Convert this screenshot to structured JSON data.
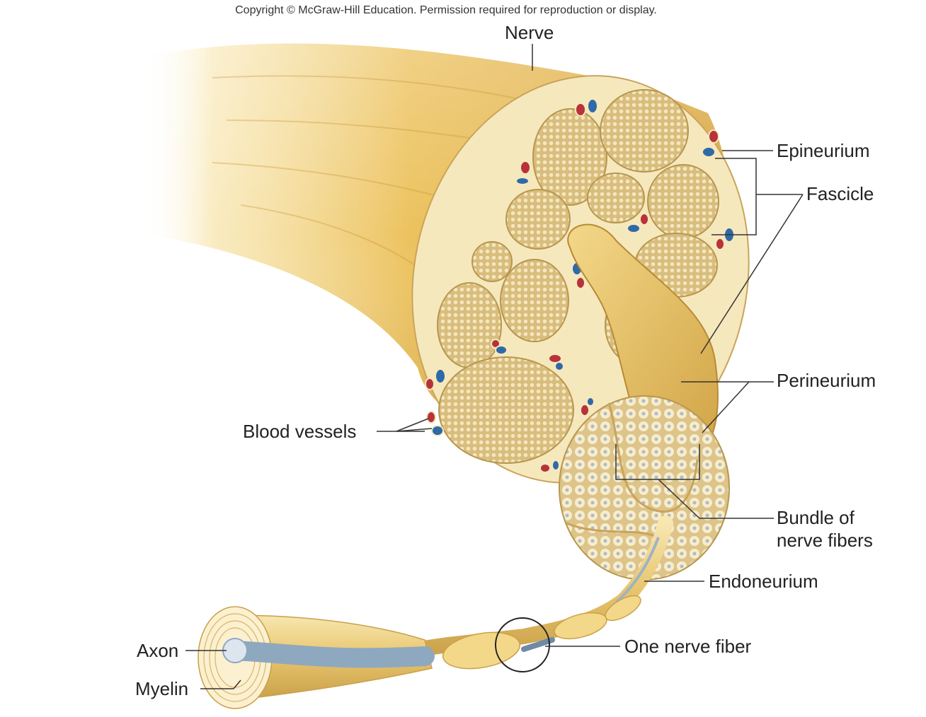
{
  "copyright": "Copyright © McGraw-Hill Education. Permission required for reproduction or display.",
  "labels": {
    "nerve": "Nerve",
    "epineurium": "Epineurium",
    "fascicle": "Fascicle",
    "perineurium": "Perineurium",
    "blood_vessels": "Blood vessels",
    "bundle_line1": "Bundle of",
    "bundle_line2": "nerve fibers",
    "endoneurium": "Endoneurium",
    "one_nerve_fiber": "One nerve fiber",
    "axon": "Axon",
    "myelin": "Myelin"
  },
  "colors": {
    "nerve_body": "#e8bb52",
    "nerve_light": "#f7e3a6",
    "connective": "#f6e8bd",
    "fascicle_fill": "#dcc282",
    "artery": "#b8323a",
    "vein": "#2e6aa8",
    "axon": "#9fb3c4",
    "leader_line": "#333333"
  }
}
